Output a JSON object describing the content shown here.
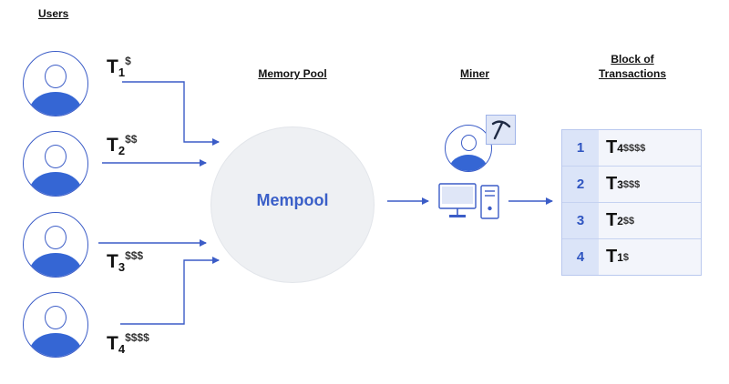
{
  "headings": {
    "users": "Users",
    "memory_pool": "Memory Pool",
    "miner": "Miner",
    "block_line1": "Block of",
    "block_line2": "Transactions"
  },
  "mempool_label": "Mempool",
  "transactions": [
    {
      "letter": "T",
      "sub": "1",
      "amount": "$"
    },
    {
      "letter": "T",
      "sub": "2",
      "amount": "$$"
    },
    {
      "letter": "T",
      "sub": "3",
      "amount": "$$$"
    },
    {
      "letter": "T",
      "sub": "4",
      "amount": "$$$$"
    }
  ],
  "block_rows": [
    {
      "num": "1",
      "letter": "T",
      "sub": "4",
      "amount": "$$$$"
    },
    {
      "num": "2",
      "letter": "T",
      "sub": "3",
      "amount": "$$$"
    },
    {
      "num": "3",
      "letter": "T",
      "sub": "2",
      "amount": "$$"
    },
    {
      "num": "4",
      "letter": "T",
      "sub": "1",
      "amount": "$"
    }
  ],
  "colors": {
    "accent": "#3566d4",
    "line": "#3b5cc7",
    "mempool_fill": "#eef0f3",
    "table_fill": "#dbe4f8"
  },
  "icons": [
    "user-icon",
    "pickaxe-icon",
    "computer-icon"
  ]
}
